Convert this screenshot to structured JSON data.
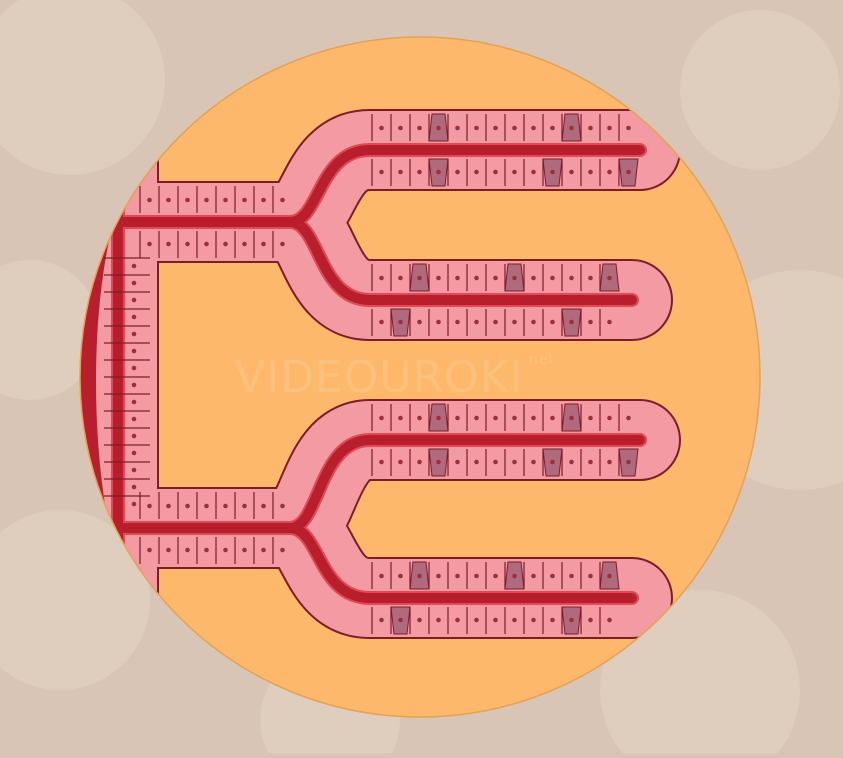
{
  "image": {
    "subject": "gland-tubules-cross-section",
    "colors": {
      "background": "#d9c5b6",
      "background_blob": "#e6d6c8",
      "lumen_fill": "#fdb86b",
      "duct": "#b81e2c",
      "duct_edge": "#e04a55",
      "cell": "#f39aa2",
      "cell_dark": "#b06a7d",
      "cell_outline": "#7d1d27",
      "nucleus": "#9b2f3d"
    }
  },
  "watermark": {
    "text": "VIDEOUROKI",
    "suffix": ".net"
  }
}
